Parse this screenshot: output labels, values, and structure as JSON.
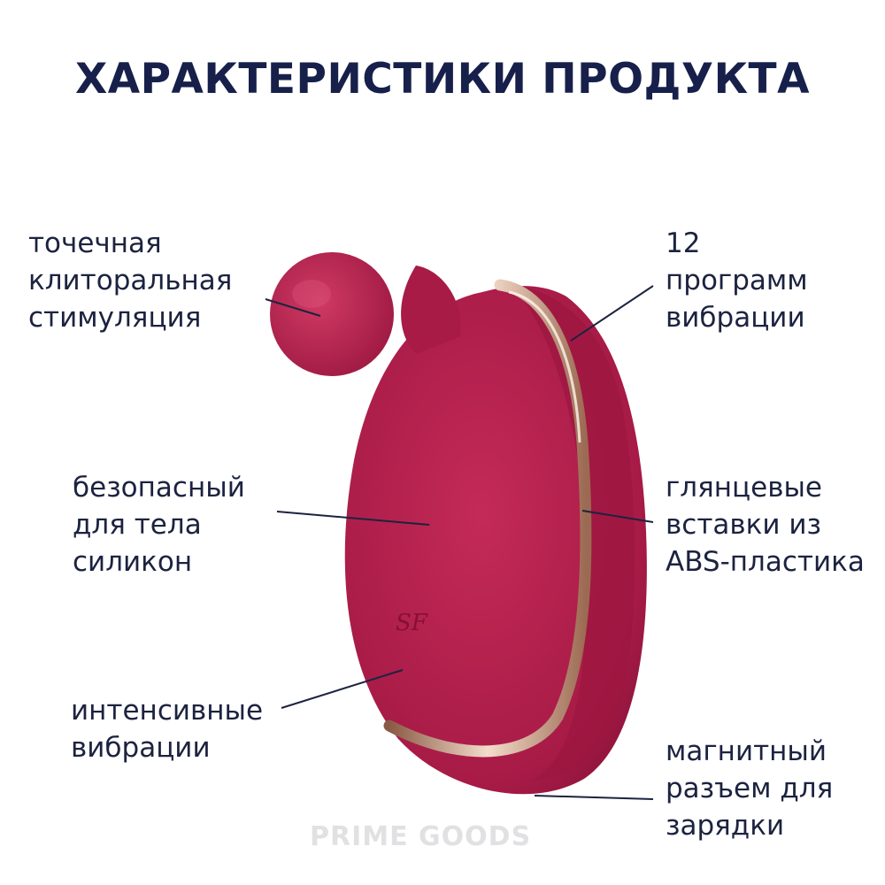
{
  "title": "ХАРАКТЕРИСТИКИ ПРОДУКТА",
  "features": {
    "stimulation": [
      "точечная",
      "клиторальная",
      "стимуляция"
    ],
    "programs": [
      "12",
      "программ",
      "вибрации"
    ],
    "silicone": [
      "безопасный",
      "для тела",
      "силикон"
    ],
    "inserts": [
      "глянцевые",
      "вставки из",
      "ABS-пластика"
    ],
    "vibrations": [
      "интенсивные",
      "вибрации"
    ],
    "charging": [
      "магнитный",
      "разъем для",
      "зарядки"
    ]
  },
  "brand_logo": "SF",
  "watermark": "PRIME GOODS",
  "colors": {
    "title": "#16204a",
    "text": "#1c2340",
    "product": "#b82050",
    "trim": "#d8b49a"
  }
}
